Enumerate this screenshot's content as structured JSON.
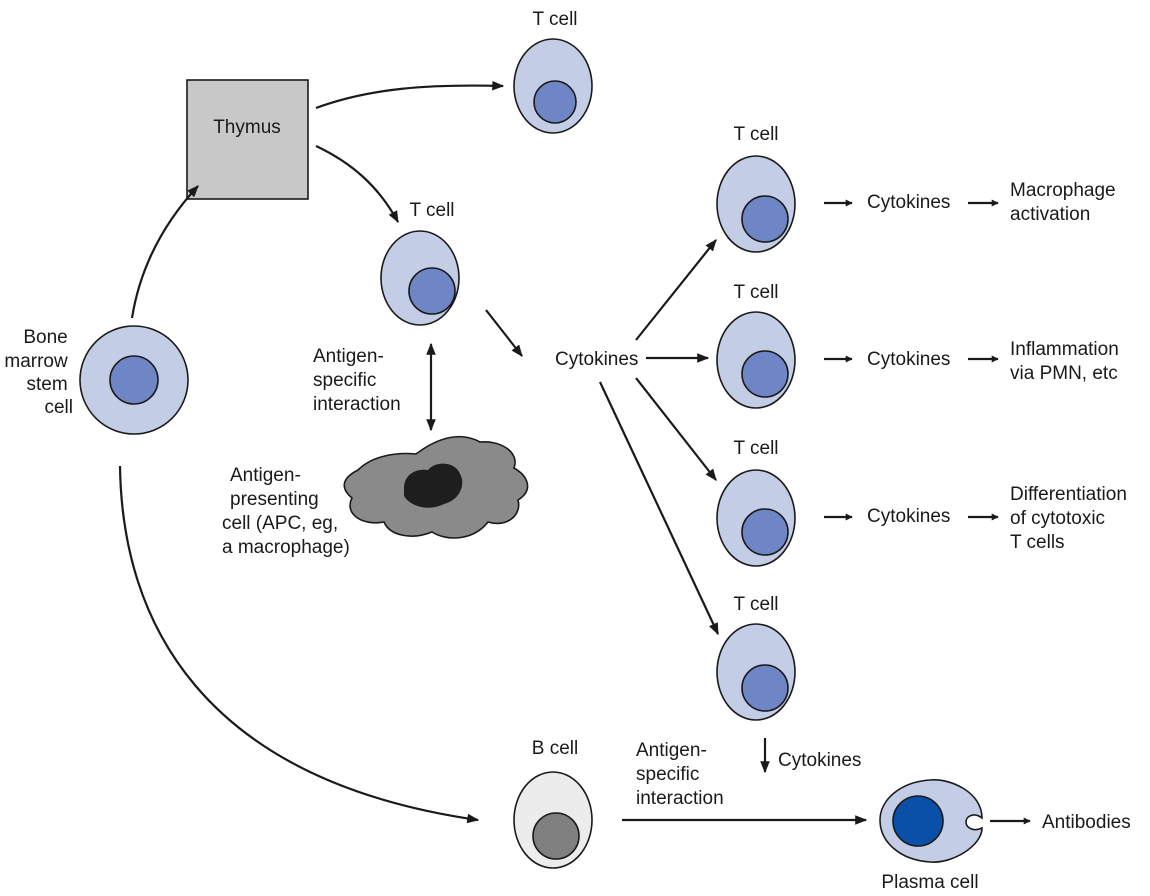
{
  "colors": {
    "cell_fill": "#c4cde6",
    "nucleus_fill": "#6f86c6",
    "thymus_fill": "#c8c8c8",
    "b_cell_fill": "#ececec",
    "b_nucleus_fill": "#808080",
    "apc_fill": "#8a8a8a",
    "apc_nucleus_fill": "#1e1e1e",
    "plasma_nucleus_fill": "#0a4fa8",
    "line": "#1a1a1a"
  },
  "labels": {
    "thymus": "Thymus",
    "t_cell_top": "T cell",
    "t_cell_mid": "T cell",
    "t_cell_1": "T cell",
    "t_cell_2": "T cell",
    "t_cell_3": "T cell",
    "t_cell_4": "T cell",
    "bone_marrow": [
      "Bone",
      "marrow",
      "stem",
      "cell"
    ],
    "antigen_specific_interaction_1": [
      "Antigen-",
      "specific",
      "interaction"
    ],
    "apc": [
      "Antigen-",
      "presenting",
      "cell (APC, eg,",
      "a macrophage)"
    ],
    "cytokines_center": "Cytokines",
    "cytokines_1": "Cytokines",
    "cytokines_2": "Cytokines",
    "cytokines_3": "Cytokines",
    "cytokines_4": "Cytokines",
    "outcome_1": [
      "Macrophage",
      "activation"
    ],
    "outcome_2": [
      "Inflammation",
      "via PMN, etc"
    ],
    "outcome_3": [
      "Differentiation",
      "of cytotoxic",
      "T cells"
    ],
    "b_cell": "B cell",
    "antigen_specific_interaction_2": [
      "Antigen-",
      "specific",
      "interaction"
    ],
    "plasma_cell": "Plasma cell",
    "antibodies": "Antibodies"
  }
}
